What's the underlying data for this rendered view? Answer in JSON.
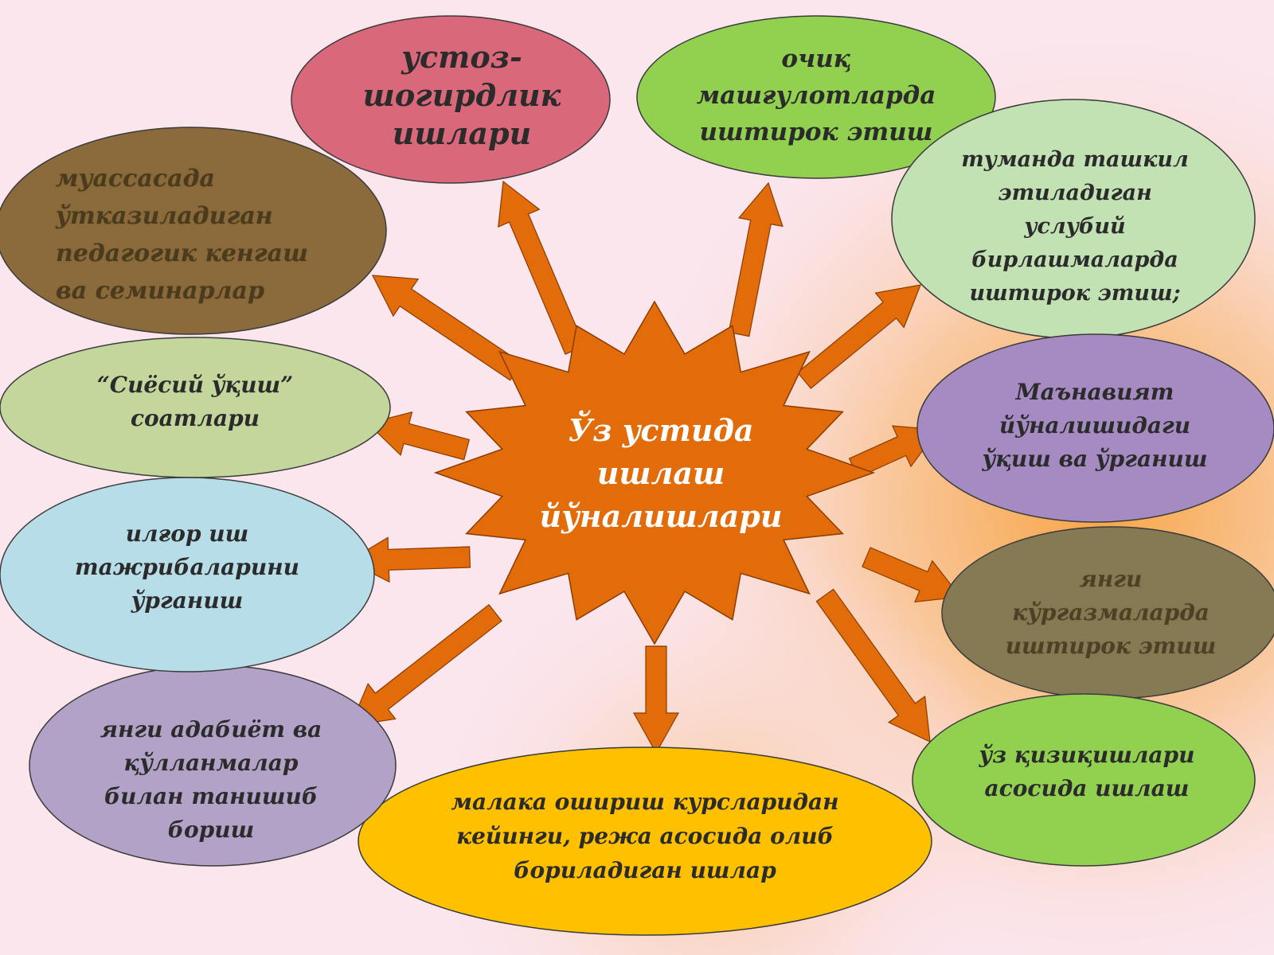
{
  "center": {
    "lines": [
      "Ўз устида",
      "ишлаш",
      "йўналишлари"
    ],
    "fill": "#e36c0a"
  },
  "arrow_color": "#e36c0a",
  "arrow_stroke": "#8b3a00",
  "nodes": [
    {
      "id": "ustoz",
      "lines": [
        "устоз-",
        "шогирдлик",
        "ишлари"
      ],
      "fill": "#d9687a"
    },
    {
      "id": "ochiq",
      "lines": [
        "очиқ",
        "машғулотларда",
        "иштирок этиш"
      ],
      "fill": "#92d050"
    },
    {
      "id": "tumanda",
      "lines": [
        "туманда ташкил",
        "этиладиган",
        "услубий",
        "бирлашмаларда",
        "иштирок этиш;"
      ],
      "fill": "#c3e2b4"
    },
    {
      "id": "manaviyat",
      "lines": [
        "Маънавият",
        "йўналишидаги",
        "ўқиш ва ўрганиш"
      ],
      "fill": "#a58bc1"
    },
    {
      "id": "korgazma",
      "lines": [
        "янги",
        "кўргазмаларда",
        "иштирок этиш"
      ],
      "fill": "#857a53"
    },
    {
      "id": "qiziqish",
      "lines": [
        "ўз қизиқишлари",
        "асосида  ишлаш"
      ],
      "fill": "#92d050"
    },
    {
      "id": "malaka",
      "lines": [
        "малака ошириш курсларидан",
        "кейинги, режа асосида олиб",
        "бориладиган ишлар"
      ],
      "fill": "#ffc000"
    },
    {
      "id": "adabiyot",
      "lines": [
        "янги адабиёт ва",
        "қўлланмалар",
        "билан танишиб",
        "бориш"
      ],
      "fill": "#b3a2c7"
    },
    {
      "id": "ilgor",
      "lines": [
        "илғор иш",
        "тажрибаларини",
        "ўрганиш"
      ],
      "fill": "#b7dde8"
    },
    {
      "id": "siyosiy",
      "lines": [
        "“Сиёсий ўқиш”",
        "соатлари"
      ],
      "fill": "#c3d69b"
    },
    {
      "id": "muassasa",
      "lines": [
        "муассасада",
        "ўтказиладиган",
        "педагогик кенгаш",
        "ва семинарлар"
      ],
      "fill": "#8b6b3b"
    }
  ]
}
